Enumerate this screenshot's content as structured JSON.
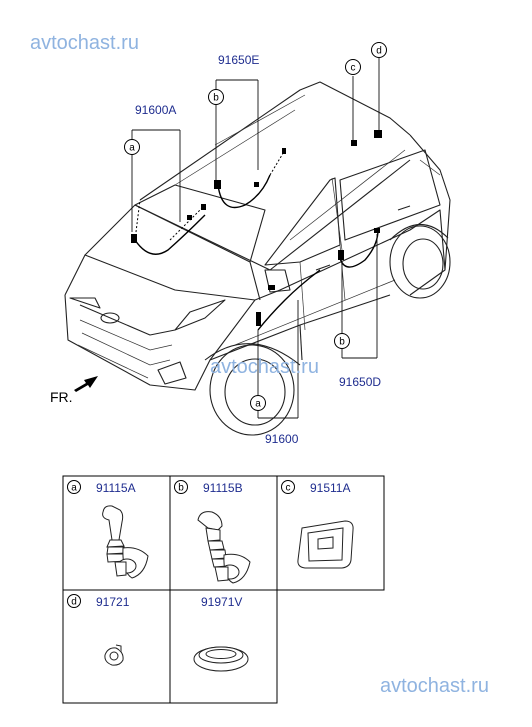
{
  "watermark": "avtochast.ru",
  "diagram": {
    "front_arrow_label": "FR.",
    "callouts": {
      "top_a": "a",
      "top_b": "b",
      "top_c": "c",
      "top_d": "d",
      "door_b": "b",
      "door_a": "a"
    },
    "part_numbers": {
      "front_harness": "91600A",
      "roof_harness": "91650E",
      "rear_door": "91650D",
      "front_door": "91600"
    }
  },
  "parts_table": {
    "cells": [
      {
        "callout": "a",
        "part": "91115A"
      },
      {
        "callout": "b",
        "part": "91115B"
      },
      {
        "callout": "c",
        "part": "91511A"
      },
      {
        "callout": "d",
        "part": "91721"
      },
      {
        "callout": "",
        "part": "91971V"
      }
    ]
  }
}
